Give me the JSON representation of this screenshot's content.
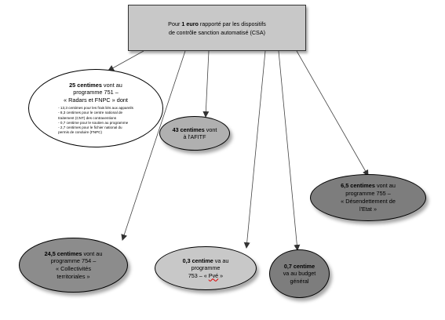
{
  "root": {
    "line1_a": "Pour ",
    "line1_b": "1 euro",
    "line1_c": " rapporté par les dispositifs",
    "line2": "de contrôle sanction automatisé (CSA)"
  },
  "radars": {
    "amount": "25 centimes",
    "line1_rest": " vont  au",
    "line2": "programme 751 –",
    "line3": "« Radars et FNPC » dont",
    "details": [
      "- 13,3 centimes pour les frais liés aux appareils",
      "-   8,3 centimes pour le  centre national de",
      "traitement (CNT) des contraventions",
      "-   0,7 centime pour le soutien au programme",
      "-   2,7 centimes pour le fichier national du",
      "permis de conduire (FNPC)"
    ]
  },
  "afitf": {
    "amount": "43 centimes",
    "line1_rest": " vont",
    "line2": "à l'AFITF"
  },
  "desendettement": {
    "amount": "6,5 centimes",
    "line1_rest": " vont au",
    "line2": "programme 755 –",
    "line3": "« Désendettement de",
    "line4": "l'Etat »"
  },
  "collectivites": {
    "amount": "24,5 centimes",
    "line1_rest": " vont au",
    "line2": "programme 754 –",
    "line3": "« Collectivités",
    "line4": "territoriales »"
  },
  "pve": {
    "amount": "0,3 centime",
    "line1_rest": " va au",
    "line2": "programme",
    "line3_a": "753 – « ",
    "line3_b": "Pvé",
    "line3_c": " »"
  },
  "budget": {
    "amount": "0,7 centime",
    "line2": "va au budget",
    "line3": "général"
  }
}
